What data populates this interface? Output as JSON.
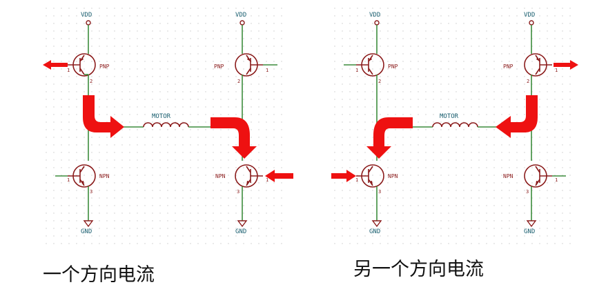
{
  "captions": [
    "一个方向电流",
    "另一个方向电流"
  ],
  "labels": {
    "vdd": "VDD",
    "gnd": "GND",
    "pnp": "PNP",
    "npn": "NPN",
    "motor": "MOTOR",
    "pin1": "1",
    "pin2": "2",
    "pin3": "3"
  },
  "colors": {
    "arrow": "#ee1111",
    "wire": "#3c8c3c",
    "component": "#8a1a1a",
    "net_label": "#1a5f70"
  }
}
